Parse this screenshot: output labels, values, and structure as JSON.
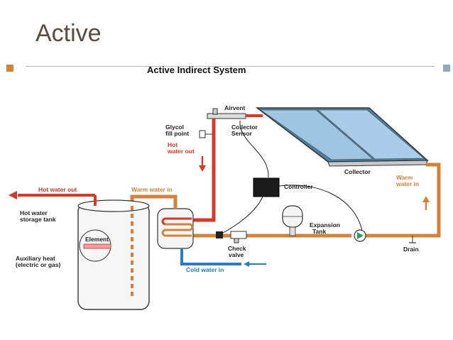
{
  "slide": {
    "title": "Active"
  },
  "diagram": {
    "title": "Active Indirect System",
    "labels": {
      "airvent": "Airvent",
      "glycol_1": "Glycol",
      "glycol_2": "fill point",
      "collector_sensor_1": "Collector",
      "collector_sensor_2": "Sensor",
      "hot_water_out_1": "Hot",
      "hot_water_out_2": "water out",
      "controller": "Controller",
      "collector": "Collector",
      "warm_water_in_1": "Warm",
      "warm_water_in_2": "water in",
      "hot_water_out_top": "Hot water out",
      "warm_water_in_top": "Warm water in",
      "storage_1": "Hot water",
      "storage_2": "storage tank",
      "element": "Element",
      "aux_1": "Auxiliary heat",
      "aux_2": "(electric or gas)",
      "expansion_1": "Expansion",
      "expansion_2": "Tank",
      "check_1": "Check",
      "check_2": "valve",
      "cold_water_in": "Cold water in",
      "drain": "Drain"
    },
    "colors": {
      "hot": "#d23a2a",
      "warm": "#d2823a",
      "cold": "#2b7bc0",
      "collector_panel": "#8fb8d8"
    }
  }
}
